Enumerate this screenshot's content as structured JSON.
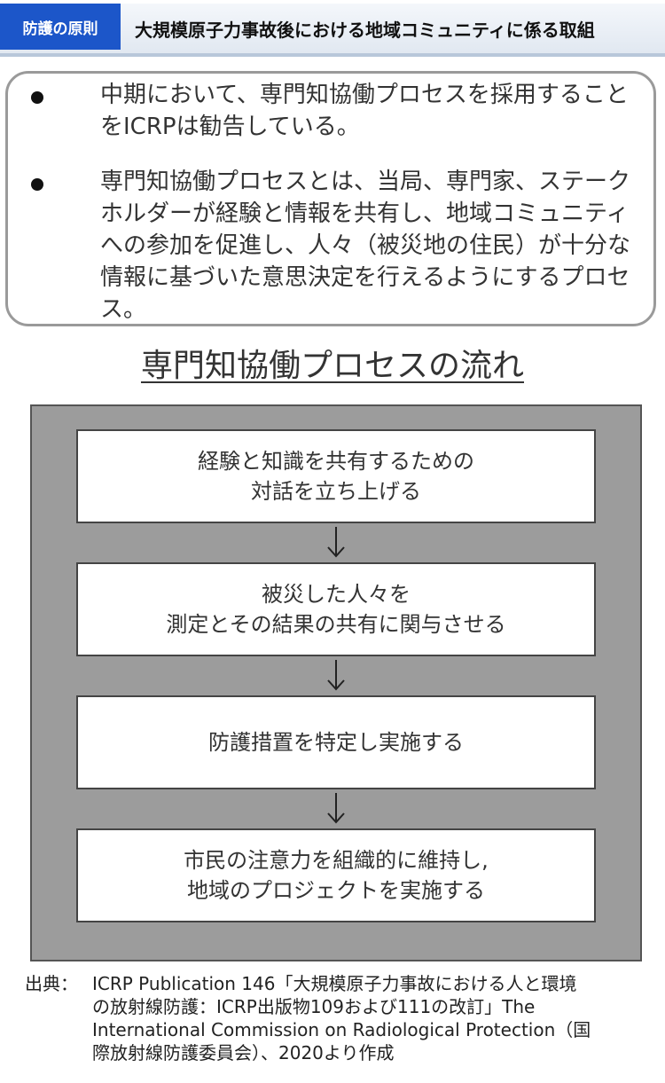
{
  "header": {
    "category_tag": "防護の原則",
    "title": "大規模原子力事故後における地域コミュニティに係る取組"
  },
  "summary": {
    "bullets": [
      {
        "text": "中期において、専門知協働プロセスを採用することをICRPは勧告している。"
      },
      {
        "text": "専門知協働プロセスとは、当局、専門家、ステークホルダーが経験と情報を共有し、地域コミュニティへの参加を促進し、人々（被災地の住民）が十分な情報に基づいた意思決定を行えるようにするプロセス。"
      }
    ]
  },
  "flow": {
    "title": "専門知協働プロセスの流れ",
    "steps": [
      {
        "text": "経験と知識を共有するための\n対話を立ち上げる"
      },
      {
        "text": "被災した人々を\n測定とその結果の共有に関与させる"
      },
      {
        "text": "防護措置を特定し実施する"
      },
      {
        "text": "市民の注意力を組織的に維持し,\n地域のプロジェクトを実施する"
      }
    ]
  },
  "citation": {
    "label": "出典：",
    "text": "ICRP Publication 146「大規模原子力事故における人と環境\nの放射線防護：ICRP出版物109および111の改訂」The\nInternational Commission on Radiological Protection（国\n際放射線防護委員会）、2020より作成"
  }
}
